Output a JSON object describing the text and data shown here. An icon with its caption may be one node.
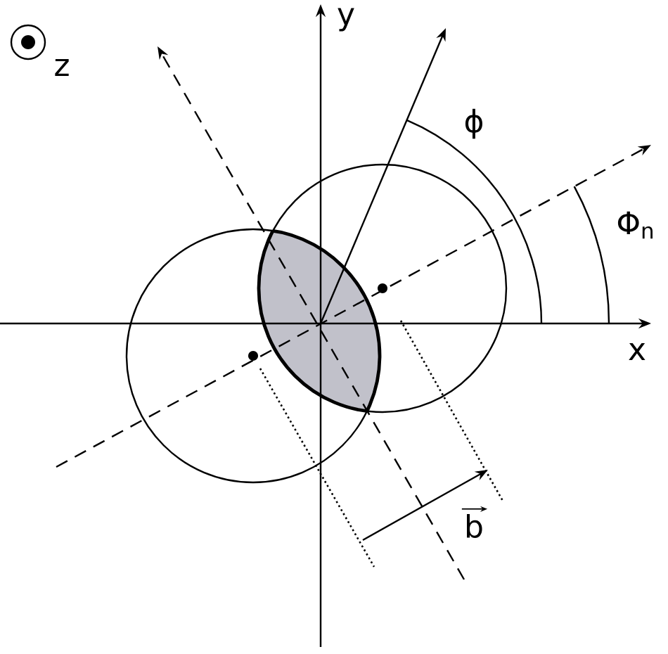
{
  "diagram": {
    "labels": [
      "z",
      "y",
      "ϕ",
      "Φ$_{n}$",
      "x",
      "b"
    ]
  }
}
